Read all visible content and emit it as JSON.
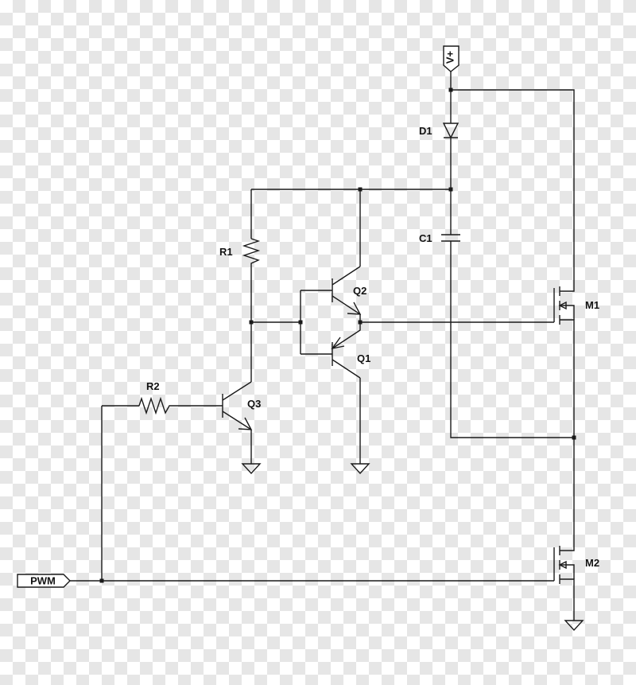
{
  "colors": {
    "line": "#1a1a1a",
    "background_checker": "#e6e6e6"
  },
  "labels": {
    "d1": "D1",
    "c1": "C1",
    "r1": "R1",
    "r2": "R2",
    "q1": "Q1",
    "q2": "Q2",
    "q3": "Q3",
    "m1": "M1",
    "m2": "M2",
    "vplus": "V+",
    "pwm": "PWM"
  },
  "icons": [
    "diode-icon",
    "capacitor-icon",
    "resistor-icon",
    "npn-transistor-icon",
    "pnp-transistor-icon",
    "nmos-transistor-icon",
    "ground-icon"
  ]
}
